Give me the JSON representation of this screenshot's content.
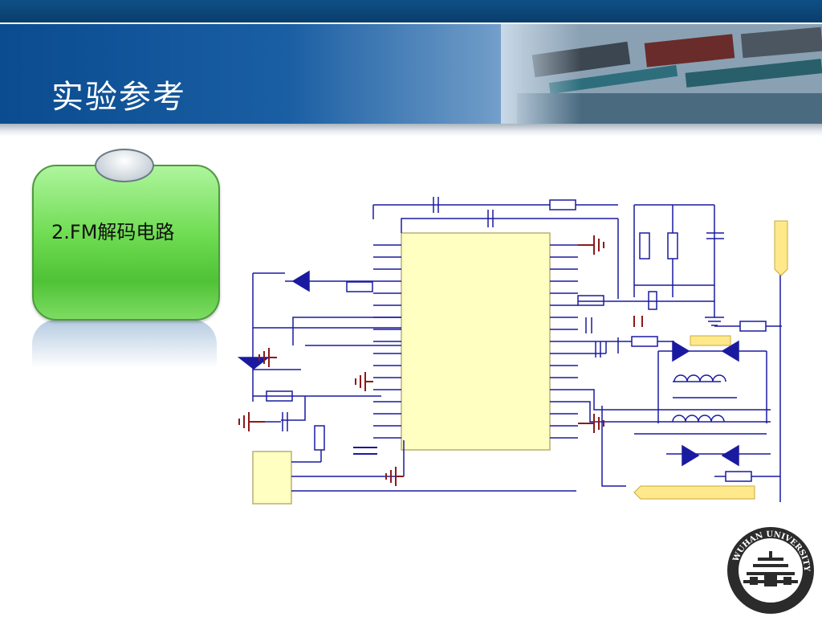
{
  "slide": {
    "title": "实验参考",
    "card_label": "2.FM解码电路"
  },
  "logo": {
    "text": "WUHAN UNIVERSITY"
  },
  "colors": {
    "wire": "#1a1aa0",
    "ground": "#8b1a1a",
    "ic_fill": "#ffffc2",
    "card_green": "#6fdc52",
    "banner_blue": "#0b4c90"
  }
}
